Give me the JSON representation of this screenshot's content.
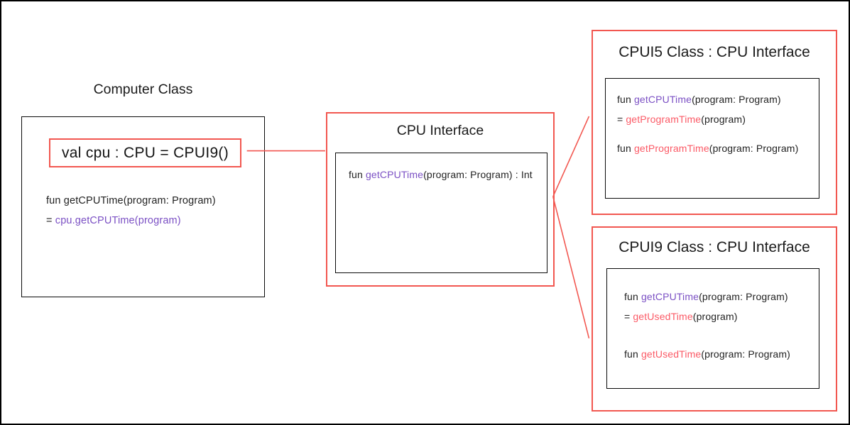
{
  "colors": {
    "connector_red": "#f25750",
    "accent_red": "#fb5a66",
    "accent_purple": "#7b50c4",
    "box_black": "#0a0a0a"
  },
  "computer_class": {
    "title": "Computer Class",
    "declaration": "val cpu : CPU = CPUI9()",
    "code": [
      {
        "pre": "fun getCPUTime(program: Program)",
        "accent": "",
        "post": "",
        "accent_color": "none"
      },
      {
        "pre": "= ",
        "accent": "cpu.getCPUTime(program)",
        "post": "",
        "accent_color": "purple"
      }
    ]
  },
  "cpu_interface": {
    "title": "CPU Interface",
    "code": [
      {
        "pre": "fun ",
        "accent": "getCPUTime",
        "post": "(program: Program) : Int",
        "accent_color": "purple"
      }
    ]
  },
  "cpui5_class": {
    "title": "CPUI5 Class : CPU Interface",
    "code": [
      {
        "pre": "fun ",
        "accent": "getCPUTime",
        "post": "(program: Program)",
        "accent_color": "purple"
      },
      {
        "pre": "= ",
        "accent": "getProgramTime",
        "post": "(program)",
        "accent_color": "red"
      },
      {
        "pre": "fun ",
        "accent": "getProgramTime",
        "post": "(program: Program)",
        "accent_color": "red"
      }
    ]
  },
  "cpui9_class": {
    "title": "CPUI9 Class : CPU Interface",
    "code": [
      {
        "pre": "fun ",
        "accent": "getCPUTime",
        "post": "(program: Program)",
        "accent_color": "purple"
      },
      {
        "pre": "= ",
        "accent": "getUsedTime",
        "post": "(program)",
        "accent_color": "red"
      },
      {
        "pre": "fun ",
        "accent": "getUsedTime",
        "post": "(program: Program)",
        "accent_color": "red"
      }
    ]
  }
}
